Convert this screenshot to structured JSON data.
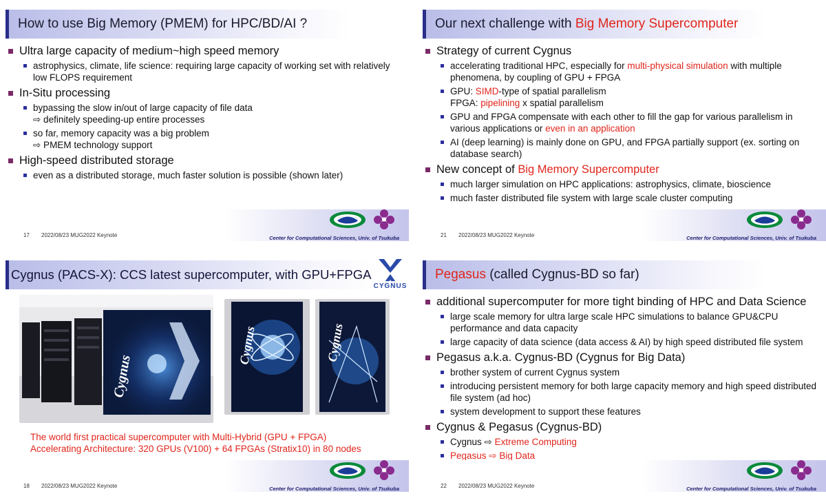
{
  "slide17": {
    "title": "How to use Big Memory (PMEM) for HPC/BD/AI ?",
    "items": [
      {
        "text": "Ultra large capacity of medium~high speed memory",
        "subs": [
          "astrophysics, climate, life science: requiring large capacity of working set with relatively low FLOPS requirement"
        ]
      },
      {
        "text": "In-Situ processing",
        "subs": [
          "bypassing the slow in/out of large capacity of file data",
          "⇨ definitely speeding-up entire processes",
          "so far, memory capacity was a big problem",
          "⇨ PMEM technology support"
        ]
      },
      {
        "text": "High-speed distributed storage",
        "subs": [
          "even as a distributed storage, much faster solution is possible (shown later)"
        ]
      }
    ],
    "page": "17",
    "date": "2022/08/23   MUG2022 Keynote",
    "center": "Center for Computational Sciences, Univ. of Tsukuba"
  },
  "slide21": {
    "title_a": "Our next challenge with ",
    "title_b": "Big Memory Supercomputer",
    "i1": "Strategy of current Cygnus",
    "i1s1a": "accelerating traditional HPC, especially for ",
    "i1s1b": "multi-physical simulation",
    "i1s1c": " with multiple phenomena, by coupling of GPU + FPGA",
    "i1s2a": "GPU: ",
    "i1s2b": "SIMD",
    "i1s2c": "-type of spatial parallelism",
    "i1s2d": "FPGA: ",
    "i1s2e": "pipelining",
    "i1s2f": " x spatial parallelism",
    "i1s3a": "GPU and FPGA compensate with each other to fill the gap for various parallelism in various applications or ",
    "i1s3b": "even in an application",
    "i1s4": "AI (deep learning) is mainly done on GPU, and FPGA partially support (ex. sorting on database search)",
    "i2a": "New concept of ",
    "i2b": "Big Memory Supercomputer",
    "i2s1": "much larger simulation on HPC applications: astrophysics, climate, bioscience",
    "i2s2": "much faster distributed file system with large scale cluster computing",
    "page": "21",
    "date": "2022/08/23   MUG2022 Keynote",
    "center": "Center for Computational Sciences, Univ. of Tsukuba"
  },
  "slide18": {
    "title": "Cygnus (PACS-X): CCS latest supercomputer, with GPU+FPGA",
    "logo_text": "CYGNUS",
    "rack_label": "Cygnus",
    "caption1": "The world first practical supercomputer with Multi-Hybrid (GPU + FPGA)",
    "caption2": "Accelerating Architecture: 320 GPUs (V100) + 64 FPGAs (Stratix10) in 80 nodes",
    "page": "18",
    "date": "2022/08/23   MUG2022 Keynote",
    "center": "Center for Computational Sciences, Univ. of Tsukuba"
  },
  "slide22": {
    "title_a": "Pegasus",
    "title_b": " (called Cygnus-BD so far)",
    "i1": "additional supercomputer for more tight binding of HPC and Data Science",
    "i1s1": "large scale memory for ultra large scale HPC simulations to balance GPU&CPU performance and data capacity",
    "i1s2": "large capacity of data science (data access & AI) by high speed distributed file system",
    "i2": "Pegasus a.k.a. Cygnus-BD (Cygnus for Big Data)",
    "i2s1": "brother system of current Cygnus system",
    "i2s2": "introducing persistent memory for both large capacity memory and high speed distributed file system (ad hoc)",
    "i2s3": "system development to support these features",
    "i3": "Cygnus & Pegasus (Cygnus-BD)",
    "i3s1a": "Cygnus ⇨ ",
    "i3s1b": "Extreme Computing",
    "i3s2": "Pegasus ⇨ Big Data",
    "page": "22",
    "date": "2022/08/23   MUG2022 Keynote",
    "center": "Center for Computational Sciences, Univ. of Tsukuba"
  },
  "colors": {
    "accent_red": "#e0251b",
    "title_navy": "#2a2f8a",
    "bullet_purple": "#7a2a66",
    "bullet_blue": "#2a2fa0"
  },
  "icons": [
    "ccs-logo-icon",
    "tsukuba-crest-icon",
    "cygnus-logo-icon"
  ]
}
